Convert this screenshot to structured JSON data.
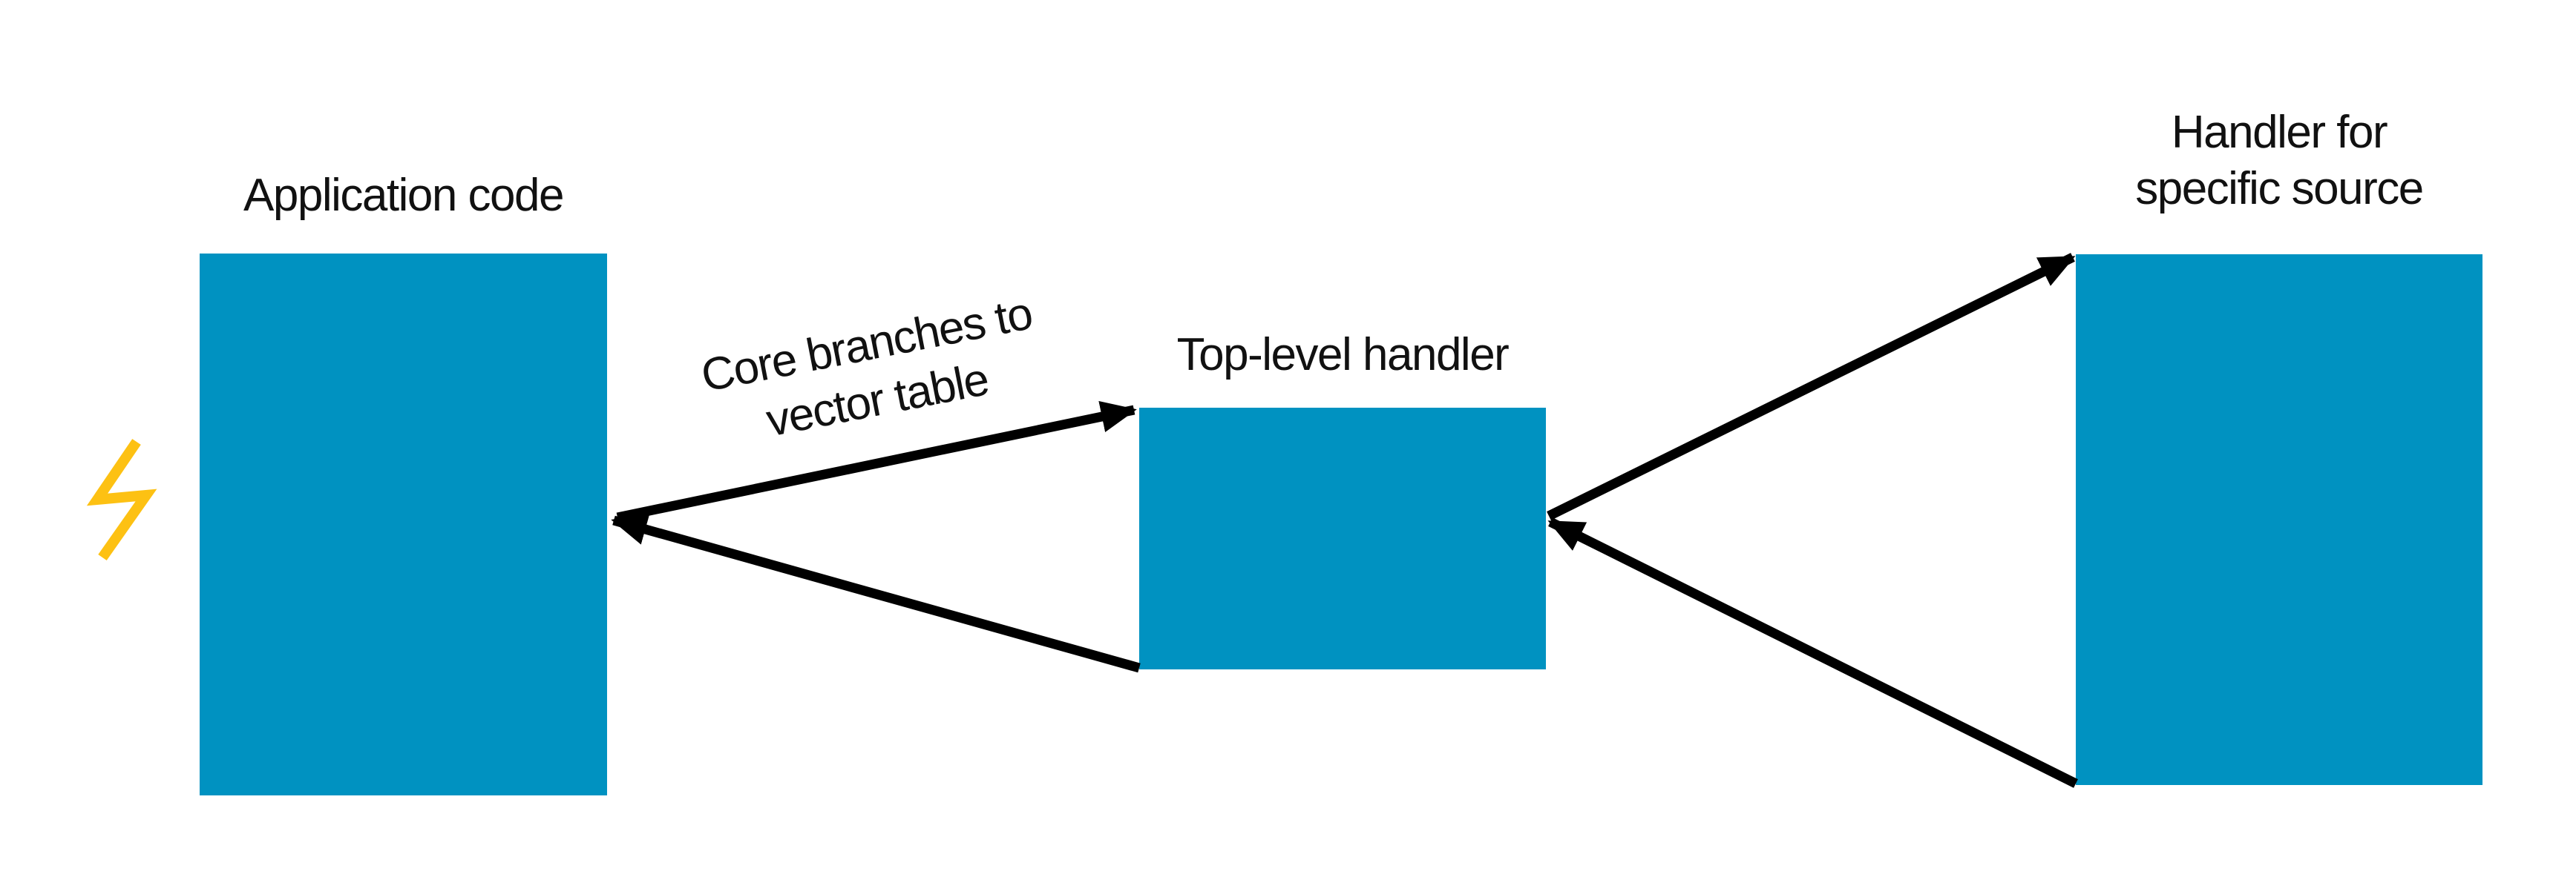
{
  "diagram_title": "interrupt-handling-flow",
  "colors": {
    "box_fill": "#0092c1",
    "arrow": "#000000",
    "lightning": "#fdc113",
    "label_text": "#111111",
    "background": "#ffffff"
  },
  "boxes": {
    "application": {
      "label": "Application code"
    },
    "top_level": {
      "label": "Top-level handler"
    },
    "specific": {
      "line1": "Handler for",
      "line2": "specific source"
    }
  },
  "annotations": {
    "branch_label": {
      "line1": "Core branches to",
      "line2": "vector table"
    }
  },
  "icons": {
    "lightning": "lightning-bolt-icon"
  }
}
